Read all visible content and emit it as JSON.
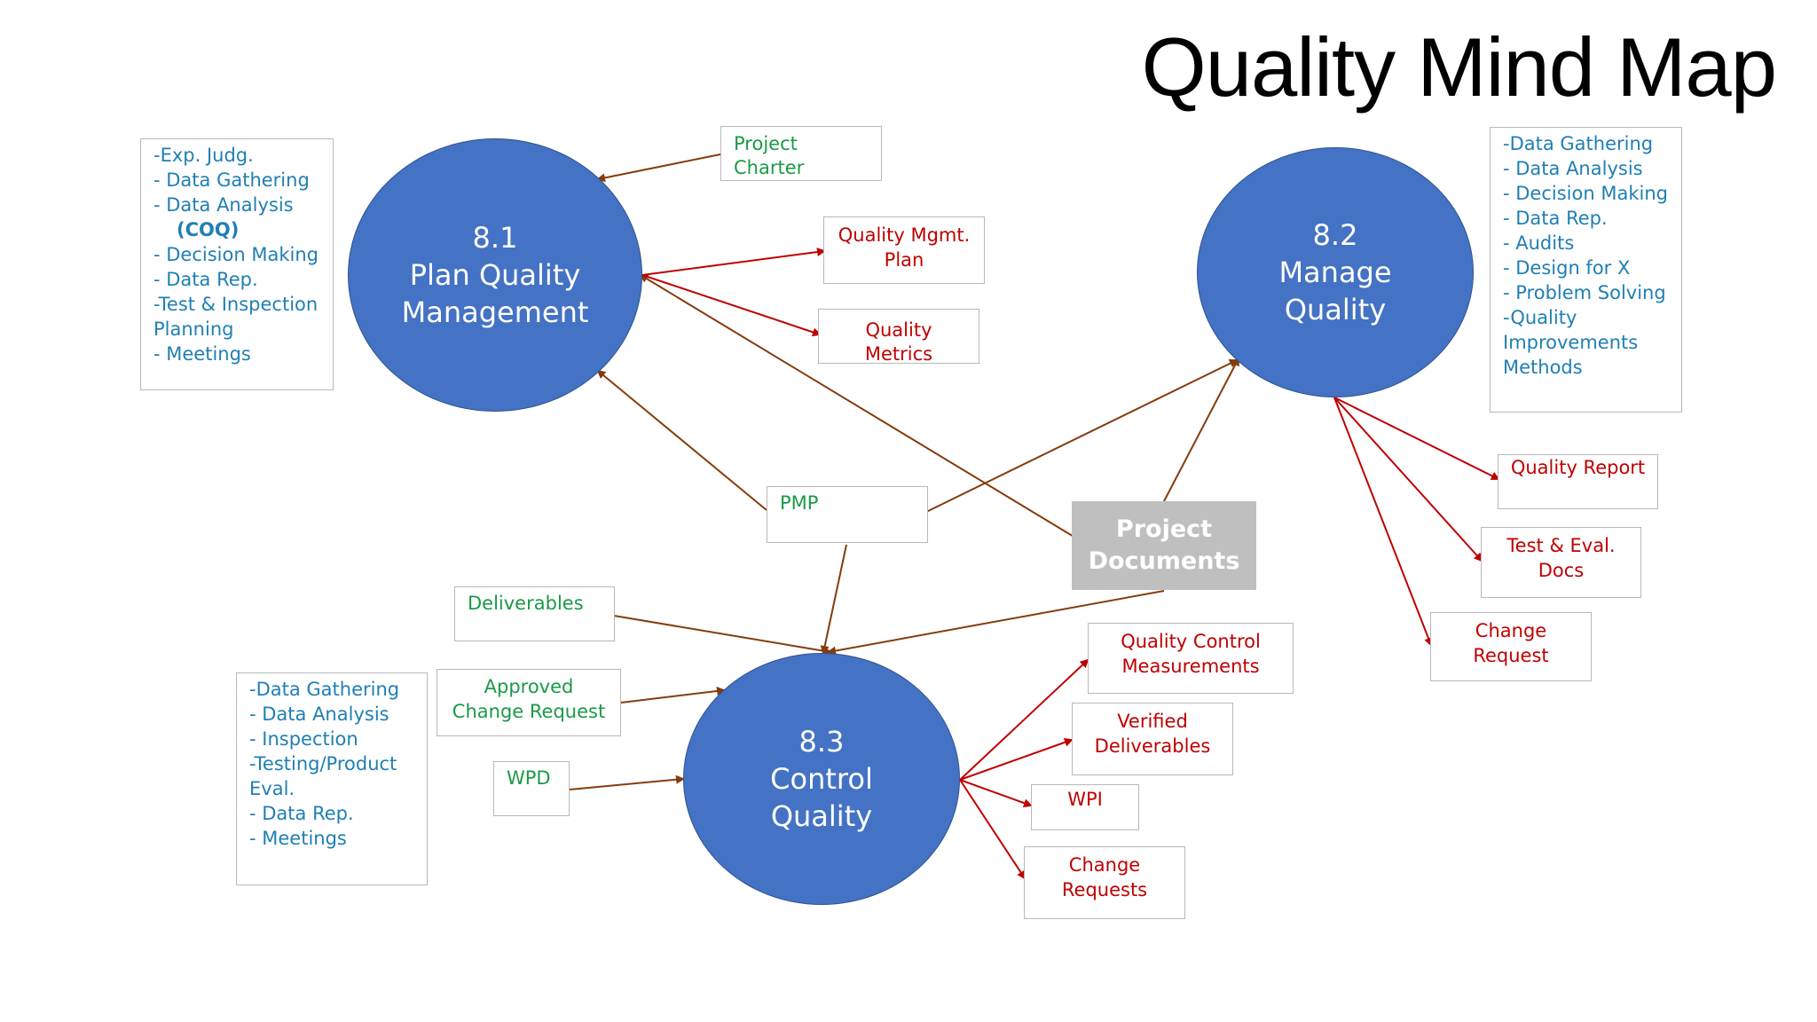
{
  "title": "Quality Mind Map",
  "colors": {
    "node_fill": "#4472c4",
    "tool_text": "#1f7fb4",
    "output_text": "#c00000",
    "input_text": "#1a9a46",
    "input_arrow": "#843c0c",
    "output_arrow": "#c00000",
    "docs_fill": "#bfbfbf"
  },
  "processes": {
    "plan": {
      "number": "8.1",
      "line1": "Plan Quality",
      "line2": "Management"
    },
    "manage": {
      "number": "8.2",
      "line1": "Manage",
      "line2": "Quality"
    },
    "control": {
      "number": "8.3",
      "line1": "Control",
      "line2": "Quality"
    }
  },
  "tools": {
    "plan": [
      "-Exp. Judg.",
      "- Data Gathering",
      "- Data Analysis",
      "(COQ)",
      "- Decision Making",
      "- Data Rep.",
      "-Test & Inspection",
      "Planning",
      "- Meetings"
    ],
    "manage": [
      "-Data Gathering",
      "- Data Analysis",
      "- Decision Making",
      "- Data Rep.",
      "- Audits",
      "- Design for X",
      "- Problem Solving",
      "-Quality",
      "Improvements",
      "Methods"
    ],
    "control": [
      "-Data Gathering",
      "- Data Analysis",
      "- Inspection",
      "-Testing/Product",
      "Eval.",
      "- Data Rep.",
      "- Meetings"
    ]
  },
  "inputs": {
    "project_charter": [
      "Project",
      "Charter"
    ],
    "pmp": "PMP",
    "project_documents": [
      "Project",
      "Documents"
    ],
    "deliverables": "Deliverables",
    "approved_change_request": [
      "Approved",
      "Change Request"
    ],
    "wpd": "WPD"
  },
  "outputs": {
    "quality_mgmt_plan": [
      "Quality Mgmt.",
      "Plan"
    ],
    "quality_metrics": [
      "Quality",
      "Metrics"
    ],
    "quality_report": "Quality Report",
    "test_eval_docs": [
      "Test & Eval.",
      "Docs"
    ],
    "change_request": [
      "Change",
      "Request"
    ],
    "qc_measurements": [
      "Quality Control",
      "Measurements"
    ],
    "verified_deliverables": [
      "Verified",
      "Deliverables"
    ],
    "wpi": "WPI",
    "change_requests": [
      "Change",
      "Requests"
    ]
  }
}
